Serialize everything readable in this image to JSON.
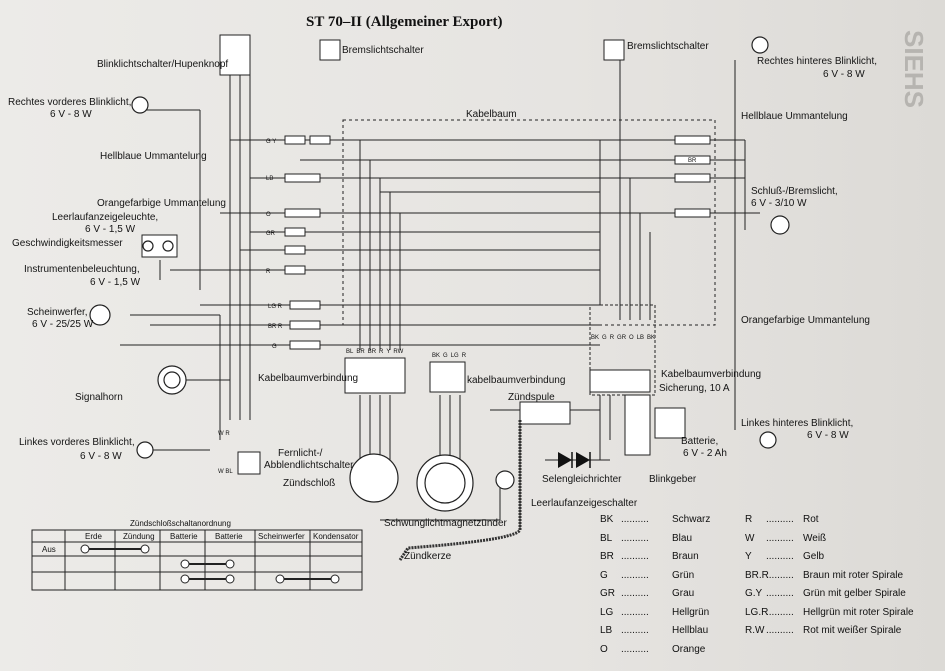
{
  "title": "ST 70–II (Allgemeiner Export)",
  "labels": {
    "blinklichtschalter": "Blinklichtschalter/Hupenknopf",
    "bremslicht_left": "Bremslichtschalter",
    "bremslicht_right": "Bremslichtschalter",
    "rechtes_vorderes": "Rechtes vorderes Blinklicht,",
    "rechtes_vorderes_val": "6 V - 8 W",
    "rechtes_hinteres": "Rechtes hinteres Blinklicht,",
    "rechtes_hinteres_val": "6 V - 8 W",
    "hellblaue_left": "Hellblaue Ummantelung",
    "hellblaue_right": "Hellblaue Ummantelung",
    "kabelbaum": "Kabelbaum",
    "schluss": "Schluß-/Bremslicht,",
    "schluss_val": "6 V - 3/10 W",
    "orangefarbige_left": "Orangefarbige Ummantelung",
    "leerlauf": "Leerlaufanzeigeleuchte,",
    "leerlauf_val": "6 V - 1,5 W",
    "geschwindigkeit": "Geschwindigkeitsmesser",
    "instrument": "Instrumentenbeleuchtung,",
    "instrument_val": "6 V - 1,5 W",
    "scheinwerfer": "Scheinwerfer,",
    "scheinwerfer_val": "6 V - 25/25 W",
    "orangefarbige_right": "Orangefarbige Ummantelung",
    "kabelbaumverbindung_left": "Kabelbaumverbindung",
    "kabelbaumverbindung_mid": "kabelbaumverbindung",
    "kabelbaumverbindung_right": "Kabelbaumverbindung",
    "signalhorn": "Signalhorn",
    "zuendspule": "Zündspule",
    "sicherung": "Sicherung, 10 A",
    "linkes_vorderes": "Linkes vorderes Blinklicht,",
    "linkes_vorderes_val": "6 V - 8 W",
    "linkes_hinteres": "Linkes hinteres Blinklicht,",
    "linkes_hinteres_val": "6 V - 8 W",
    "batterie": "Batterie,",
    "batterie_val": "6 V - 2 Ah",
    "fernlicht": "Fernlicht-/",
    "abblend": "Abblendlichtschalter",
    "zuendschloss": "Zündschloß",
    "selengleichrichter": "Selengleichrichter",
    "blinkgeber": "Blinkgeber",
    "leerlaufanzeigeschalter": "Leerlaufanzeigeschalter",
    "schwunglicht": "Schwunglichtmagnetzünder",
    "zuendkerze": "Zündkerze"
  },
  "switch_table": {
    "title": "Zündschloßschaltanordnung",
    "columns": [
      "Erde",
      "Zündung",
      "Batterie",
      "Batterie",
      "Scheinwerfer",
      "Kondensator"
    ],
    "rows": [
      "Aus",
      "",
      ""
    ]
  },
  "color_legend": [
    {
      "code": "BK",
      "dots": "..........",
      "name": "Schwarz"
    },
    {
      "code": "BL",
      "dots": "..........",
      "name": "Blau"
    },
    {
      "code": "BR",
      "dots": "..........",
      "name": "Braun"
    },
    {
      "code": "G",
      "dots": "..........",
      "name": "Grün"
    },
    {
      "code": "GR",
      "dots": "..........",
      "name": "Grau"
    },
    {
      "code": "LG",
      "dots": "..........",
      "name": "Hellgrün"
    },
    {
      "code": "LB",
      "dots": "..........",
      "name": "Hellblau"
    },
    {
      "code": "O",
      "dots": "..........",
      "name": "Orange"
    },
    {
      "code": "R",
      "dots": "..........",
      "name": "Rot"
    },
    {
      "code": "W",
      "dots": "..........",
      "name": "Weiß"
    },
    {
      "code": "Y",
      "dots": "..........",
      "name": "Gelb"
    },
    {
      "code": "BR.R",
      "dots": "..........",
      "name": "Braun mit roter Spirale"
    },
    {
      "code": "G.Y",
      "dots": "..........",
      "name": "Grün mit gelber Spirale"
    },
    {
      "code": "LG.R",
      "dots": "..........",
      "name": "Hellgrün mit roter Spirale"
    },
    {
      "code": "R.W",
      "dots": "..........",
      "name": "Rot mit weißer Spirale"
    }
  ],
  "wire_tags": {
    "gy": "G Y",
    "br": "BR",
    "lb": "LB",
    "o": "O",
    "gr": "GR",
    "r": "R",
    "lgr": "LG R",
    "brr": "BR R",
    "g": "G",
    "conn_left": [
      "BL",
      "BR",
      "BR",
      "R",
      "Y",
      "RW"
    ],
    "conn_mid": [
      "BK",
      "G",
      "LG",
      "R"
    ],
    "conn_right": [
      "BK",
      "G",
      "R",
      "GR",
      "O",
      "LB",
      "BK"
    ],
    "wbl": "W BL",
    "wr": "W R"
  },
  "watermark": "SIEHS"
}
